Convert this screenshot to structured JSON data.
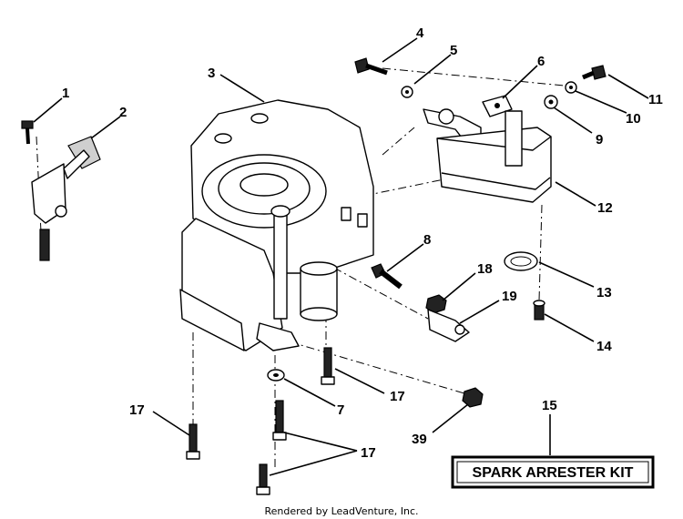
{
  "callouts": {
    "c1": "1",
    "c2": "2",
    "c3": "3",
    "c4": "4",
    "c5": "5",
    "c6": "6",
    "c7": "7",
    "c8": "8",
    "c9": "9",
    "c10": "10",
    "c11": "11",
    "c12": "12",
    "c13": "13",
    "c14": "14",
    "c15": "15",
    "c17a": "17",
    "c17b": "17",
    "c17c": "17",
    "c18": "18",
    "c19": "19",
    "c39": "39"
  },
  "kit_label": "SPARK ARRESTER KIT",
  "footer": "Rendered by LeadVenture, Inc.",
  "colors": {
    "line": "#000000",
    "background": "#ffffff"
  }
}
